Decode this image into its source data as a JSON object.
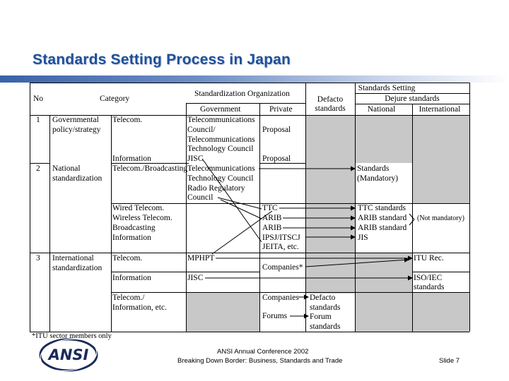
{
  "page": {
    "title": "Standards Setting Process in Japan"
  },
  "header": {
    "no": "No",
    "category": "Category",
    "std_org": "Standardization Organization",
    "government": "Government",
    "private": "Private",
    "defacto_l1": "Defacto",
    "defacto_l2": "standards",
    "std_setting": "Standards Setting",
    "dejure": "Dejure standards",
    "national": "National",
    "international": "International"
  },
  "rows": {
    "r1_no": "1",
    "r1_cat_l1": "Governmental",
    "r1_cat_l2": "policy/strategy",
    "r1_sub": "Telecom.",
    "r1_gov_l1": "Telecommunications",
    "r1_gov_l2": "Council/",
    "r1_gov_l3": "Telecommunications",
    "r1_gov_l4": "Technology Council",
    "r1_private": "Proposal",
    "r1b_sub": "Information",
    "r1b_gov": "JISC",
    "r1b_private": "Proposal",
    "r2_no": "2",
    "r2_cat_l1": "National",
    "r2_cat_l2": "standardization",
    "r2_sub": "Telecom./Broadcasting",
    "r2_gov_l1": "Telecommunications",
    "r2_gov_l2": "Technology Council",
    "r2_gov_l3": "Radio Regulatory",
    "r2_gov_l4": "Council",
    "r2_nat_l1": "Standards",
    "r2_nat_l2": "(Mandatory)",
    "r2b_sub_l1": "Wired Telecom.",
    "r2b_sub_l2": "Wireless Telecom.",
    "r2b_sub_l3": "Broadcasting",
    "r2b_sub_l4": "Information",
    "r2b_priv_l1": "TTC",
    "r2b_priv_l2": "ARIB",
    "r2b_priv_l3": "ARIB",
    "r2b_priv_l4": "IPSJ/ITSCJ",
    "r2b_priv_l5": "JEITA, etc.",
    "r2b_nat_l1": "TTC standards",
    "r2b_nat_l2": "ARIB standard",
    "r2b_nat_l3": "ARIB standard",
    "r2b_nat_l4": "JIS",
    "r2b_note": "(Not mandatory)",
    "r3_no": "3",
    "r3_cat_l1": "International",
    "r3_cat_l2": "standardization",
    "r3_sub": "Telecom.",
    "r3_gov": "MPHPT",
    "r3_priv": "Companies*",
    "r3_intl": "ITU Rec.",
    "r3b_sub": "Information",
    "r3b_gov": "JISC",
    "r3b_intl_l1": "ISO/IEC",
    "r3b_intl_l2": "standards",
    "r3c_sub_l1": "Telecom./",
    "r3c_sub_l2": "Information, etc.",
    "r3c_priv_l1": "Companies",
    "r3c_priv_l2": "Forums",
    "r3c_def_l1": "Defacto",
    "r3c_def_l2": "standards",
    "r3c_def_l3": "Forum",
    "r3c_def_l4": "standards"
  },
  "footnote": "*ITU sector members only",
  "footer": {
    "logo_text": "ANSI",
    "conf": "ANSI Annual Conference 2002",
    "subtitle": "Breaking Down Border:  Business, Standards and Trade",
    "slide": "Slide 7"
  }
}
